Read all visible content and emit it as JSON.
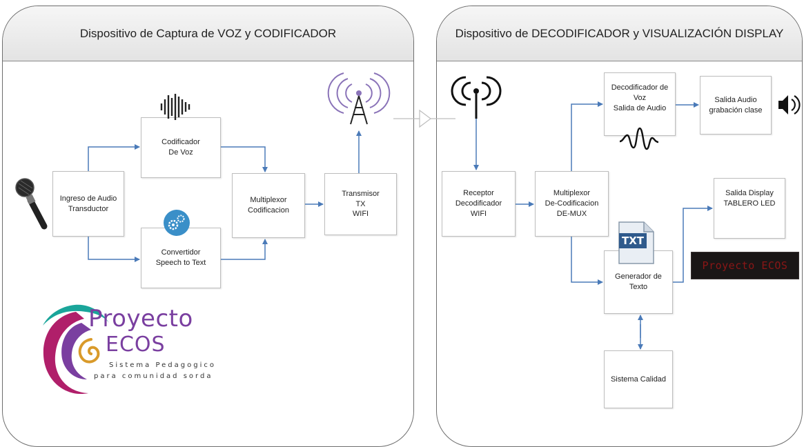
{
  "left_panel": {
    "title": "Dispositivo de Captura de VOZ y CODIFICADOR"
  },
  "right_panel": {
    "title": "Dispositivo de DECODIFICADOR y VISUALIZACIÓN DISPLAY"
  },
  "boxes": {
    "ingreso": "Ingreso de Audio\nTransductor",
    "codificador_voz": "Codificador\nDe Voz",
    "convertidor": "Convertidor\nSpeech to Text",
    "multiplexor_cod": "Multiplexor\nCodificacion",
    "transmisor": "Transmisor\nTX\nWIFI",
    "receptor": "Receptor\nDecodificador\nWIFI",
    "multiplexor_decod": "Multiplexor\nDe-Codificacion\nDE-MUX",
    "decodificador_voz": "Decodificador de\nVoz\nSalida de Audio",
    "salida_audio": "Salida Audio\ngrabación clase",
    "salida_display": "Salida Display\nTABLERO LED",
    "generador_texto": "Generador de\nTexto",
    "sistema_calidad": "Sistema Calidad"
  },
  "txt_icon_label": "TXT",
  "led_display_text": "Proyecto ECOS",
  "logo": {
    "line1": "Proyecto",
    "line2": "ECOS",
    "tagline1": "Sistema Pedagogico",
    "tagline2": "para comunidad sorda"
  },
  "icons": {
    "microphone": "microphone-icon",
    "waveform": "sound-waveform-icon",
    "gears": "gears-icon",
    "antenna_tx": "wifi-tower-icon",
    "antenna_rx": "antenna-icon",
    "speaker": "speaker-icon",
    "audio_wave": "audio-wave-icon",
    "txt_file": "txt-file-icon"
  },
  "colors": {
    "arrow": "#4a7ab8",
    "panel_border": "#6d6d6d",
    "gear_circle": "#3a8fc8",
    "led_text": "#8a1616",
    "logo_purple": "#7a3fa0",
    "logo_teal": "#1aa59a"
  }
}
